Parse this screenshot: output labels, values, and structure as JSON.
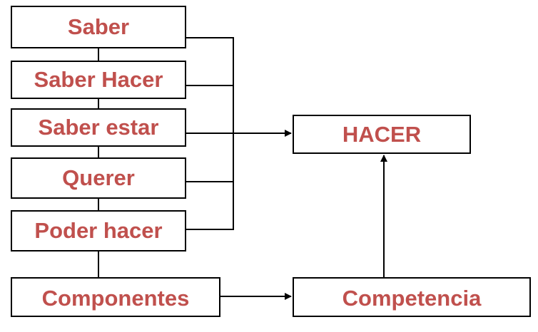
{
  "colors": {
    "text": "#c0504d",
    "stroke": "#000000",
    "background": "#ffffff"
  },
  "nodes": {
    "saber": "Saber",
    "saber_hacer": "Saber Hacer",
    "saber_estar": "Saber estar",
    "querer": "Querer",
    "poder_hacer": "Poder hacer",
    "componentes": "Componentes",
    "hacer": "HACER",
    "competencia": "Competencia"
  }
}
